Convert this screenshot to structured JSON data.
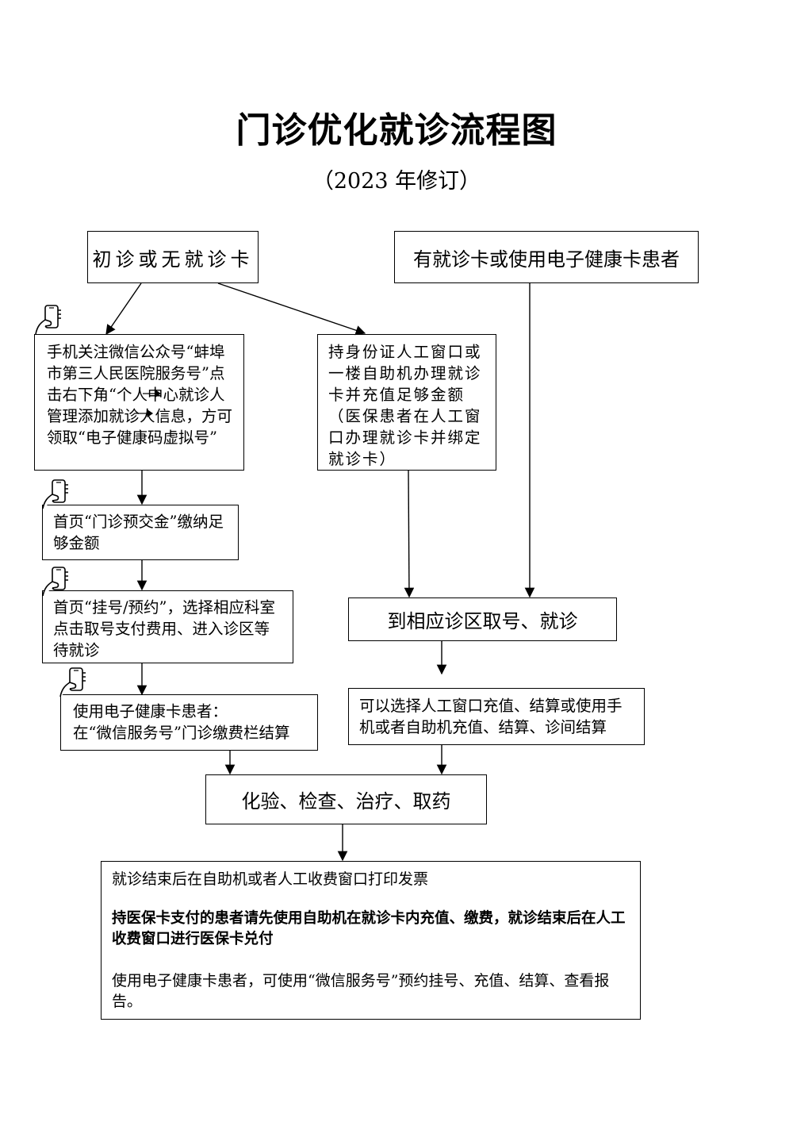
{
  "title": "门诊优化就诊流程图",
  "subtitle": "（2023 年修订）",
  "nodes": {
    "initial_visit": "初诊或无就诊卡",
    "has_card": "有就诊卡或使用电子健康卡患者",
    "wechat_follow": "手机关注微信公众号“蚌埠市第三人民医院服务号”点击右下角“个人中心就诊人管理添加就诊人信息，方可领取“电子健康码虚拟号”",
    "id_card_window": "持身份证人工窗口或一楼自助机办理就诊卡并充值足够金额（医保患者在人工窗口办理就诊卡并绑定就诊卡）",
    "prepay": "首页“门诊预交金”缴纳足够金额",
    "register": "首页“挂号/预约”，选择相应科室点击取号支付费用、进入诊区等待就诊",
    "go_clinic": "到相应诊区取号、就诊",
    "e_card_pay_line1": "使用电子健康卡患者：",
    "e_card_pay_line2": "在“微信服务号”门诊缴费栏结算",
    "payment_options": "可以选择人工窗口充值、结算或使用手机或者自助机充值、结算、诊间结算",
    "tests": "化验、检查、治疗、取药",
    "final_line1": "就诊结束后在自助机或者人工收费窗口打印发票",
    "final_line2": "持医保卡支付的患者请先使用自助机在就诊卡内充值、缴费，就诊结束后在人工收费窗口进行医保卡兑付",
    "final_line3": "使用电子健康卡患者，可使用“微信服务号”预约挂号、充值、结算、查看报告。"
  },
  "icons": [
    "phone-hand-icon",
    "phone-hand-icon",
    "phone-hand-icon",
    "phone-hand-icon"
  ]
}
